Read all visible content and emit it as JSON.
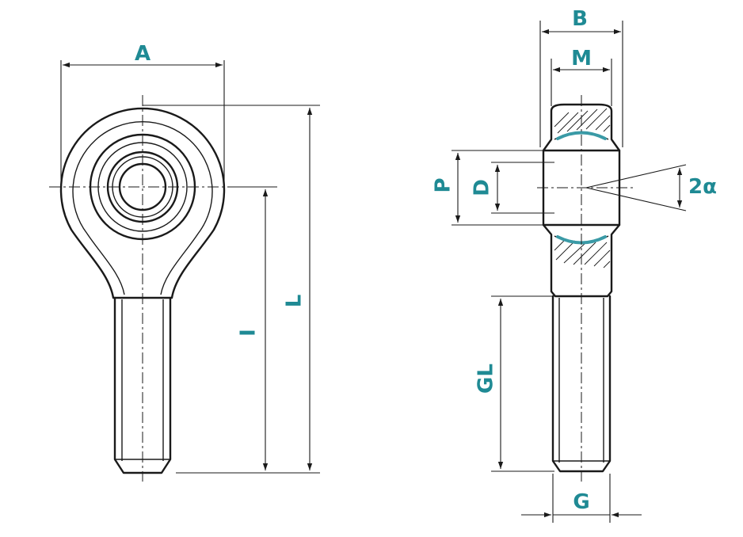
{
  "labels": {
    "A": "A",
    "L": "L",
    "l": "I",
    "B": "B",
    "M": "M",
    "P": "P",
    "D": "D",
    "angle": "2α",
    "GL": "GL",
    "G": "G"
  },
  "colors": {
    "label": "#1f8a94",
    "line": "#1a1a1a",
    "accent": "#3a9aa6"
  }
}
